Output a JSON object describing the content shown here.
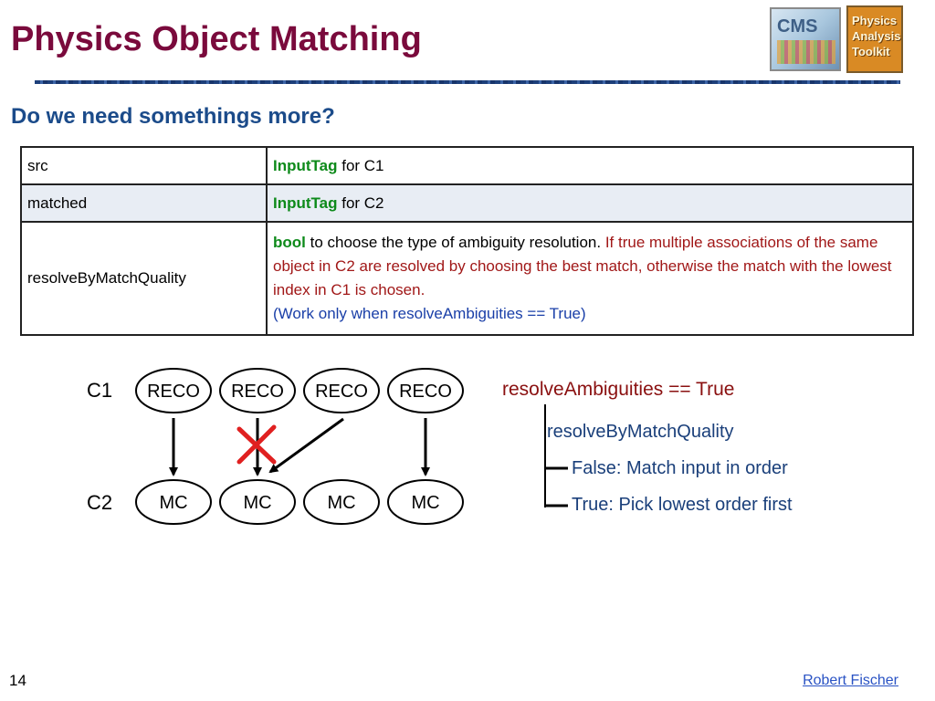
{
  "slide": {
    "title": "Physics Object Matching",
    "subtitle": "Do we need somethings more?",
    "page_number": "14",
    "author": "Robert Fischer"
  },
  "logos": {
    "cms": "CMS",
    "pat_line1": "Physics",
    "pat_line2": "Analysis",
    "pat_line3": "Toolkit"
  },
  "params": {
    "rows": [
      {
        "name": "src",
        "type": "InputTag",
        "text": " for C1"
      },
      {
        "name": "matched",
        "type": "InputTag",
        "text": " for C2"
      },
      {
        "name": "resolveByMatchQuality",
        "type": "bool",
        "text": " to choose the type of ambiguity resolution. ",
        "red_text": "If true multiple associations of the same object in C2 are resolved by choosing the best match, otherwise the match with the lowest index in C1 is chosen.",
        "blue_text": "(Work only when resolveAmbiguities == True)"
      }
    ]
  },
  "diagram": {
    "c1_label": "C1",
    "c2_label": "C2",
    "top_nodes": [
      "RECO",
      "RECO",
      "RECO",
      "RECO"
    ],
    "bottom_nodes": [
      "MC",
      "MC",
      "MC",
      "MC"
    ],
    "cross_color": "#e02020"
  },
  "legend": {
    "title": "resolveAmbiguities == True",
    "sub": "resolveByMatchQuality",
    "false_text": "False: Match input in order",
    "true_text": "True: Pick lowest order first"
  }
}
